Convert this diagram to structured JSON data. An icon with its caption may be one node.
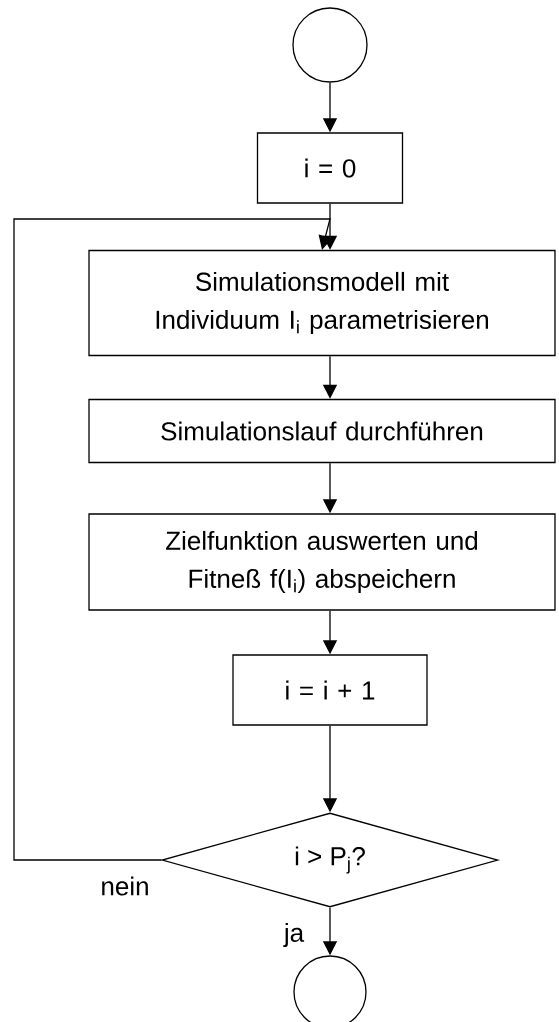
{
  "diagram": {
    "nodes": [
      {
        "text": [],
        "shape": "circle"
      },
      {
        "text": [
          "i = 0"
        ]
      },
      {
        "text": [
          "Simulationsmodell mit Individuum I$_{i}$ parametrisieren"
        ]
      },
      {
        "text": [
          "Simulationslauf durchführen"
        ]
      },
      {
        "text": [
          "Zielfunktion auswerten und Fitneß f(I$_{i}$) abspeichern"
        ]
      },
      {
        "text": [
          "i = i + 1"
        ]
      },
      {
        "text": [
          "i > P$_{j}$?"
        ]
      },
      {
        "text": [],
        "shape": "circle"
      }
    ],
    "edges": [
      {
        "from": 0,
        "to": 1,
        "arrow": "to"
      },
      {
        "from": 1,
        "to": 2,
        "arrow": "to"
      },
      {
        "from": 2,
        "to": 3,
        "arrow": "to"
      },
      {
        "from": 3,
        "to": 4,
        "arrow": "to"
      },
      {
        "from": 4,
        "to": 5,
        "arrow": "to"
      },
      {
        "from": 5,
        "to": 6,
        "arrow": "to"
      },
      {
        "from": 6,
        "to": 7,
        "arrow": "to",
        "label": "ja"
      },
      {
        "from": 6,
        "to": 2,
        "arrow": "to",
        "label": "nein"
      }
    ]
  }
}
